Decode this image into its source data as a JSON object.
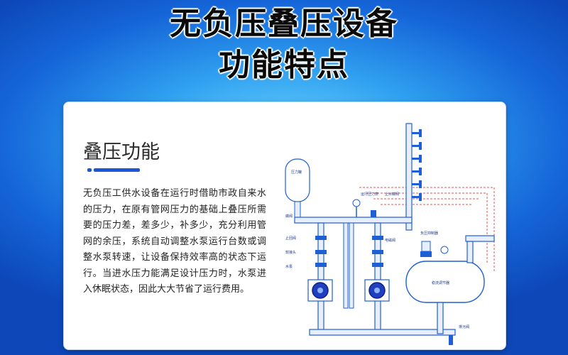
{
  "header": {
    "title_line1": "无负压叠压设备",
    "title_line2": "功能特点"
  },
  "section": {
    "title": "叠压功能",
    "description": "无负压工供水设备在运行时借助市政自来水的压力，在原有管网压力的基础上叠压所需要的压力差，差多少，补多少，充分利用管网的余压，系统自动调整水泵运行台数或调整水泵转速，让设备保持效率高的状态下运行。当进水压力能满足设计压力时，水泵进入休眠状态，因此大大节省了运行费用。"
  },
  "diagram_labels": {
    "pressure_tank": "压力罐",
    "control_panel": "运行压力表",
    "check_valve_out": "止水蝶阀",
    "valve_top": "蝶阀",
    "check_valve": "止回阀",
    "soft_joint": "软接头",
    "pump": "水泵",
    "negative_pressure_ctrl": "负压抑制器",
    "electric_valve": "电磁阀",
    "stabilizer_tank": "稳流调节器",
    "drain_valve": "排污阀"
  },
  "colors": {
    "pipe": "#1f5fd6",
    "pipe_fill": "#e6eeff",
    "signal_line": "#e05656",
    "accent": "#1a56d6"
  }
}
